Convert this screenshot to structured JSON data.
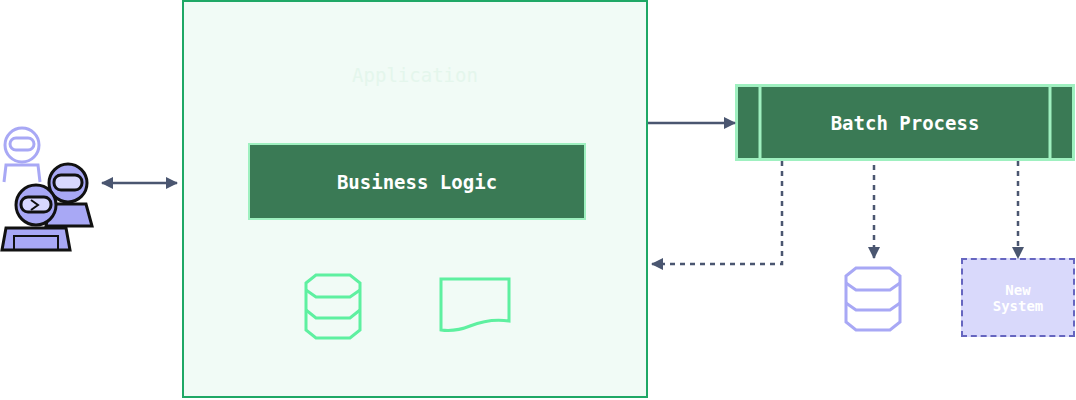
{
  "diagram": {
    "nodes": [
      {
        "text": [
          "Application"
        ]
      },
      {
        "text": [
          "Business Logic"
        ],
        "in": 0
      },
      {
        "text": [
          "Batch Process"
        ]
      },
      {
        "text": [
          "New System"
        ]
      }
    ],
    "edges": [
      {
        "from": 0,
        "to": 2,
        "arrow": "to"
      },
      {
        "from": 2,
        "to": 0,
        "arrow": "to"
      },
      {
        "from": 2,
        "to": 3,
        "arrow": "to"
      }
    ]
  }
}
